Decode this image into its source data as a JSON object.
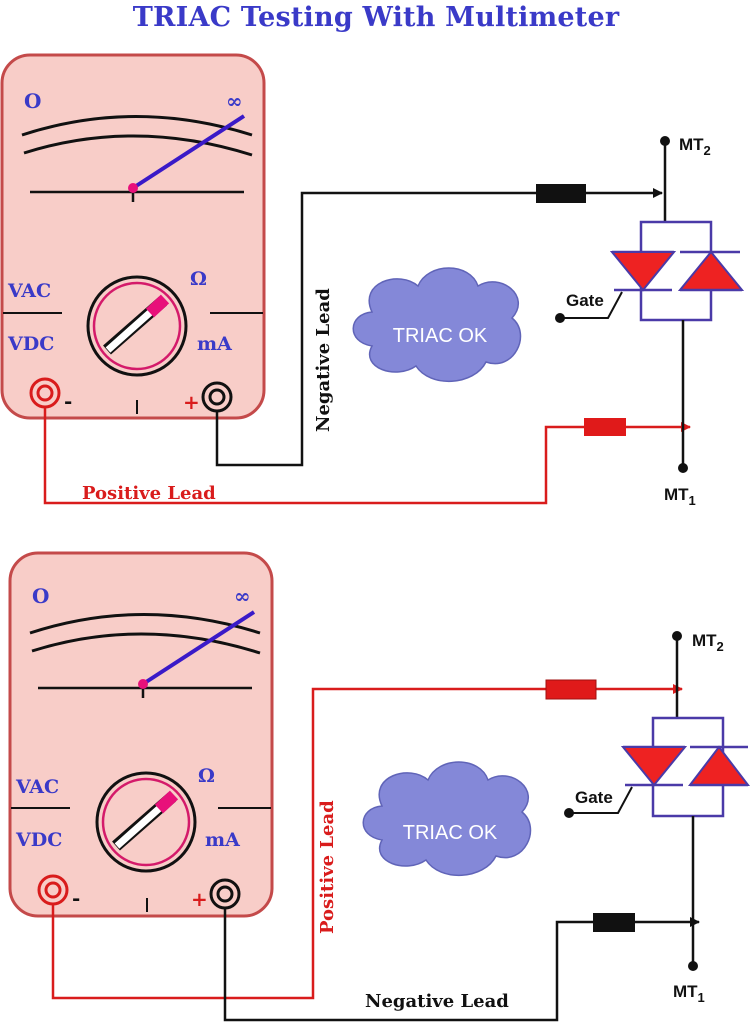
{
  "title": "TRIAC Testing With Multimeter",
  "colors": {
    "title": "#3a3ac8",
    "meter_body": "#f8cdc8",
    "meter_border": "#c44a4a",
    "needle": "#3a1ac8",
    "pivot": "#e8107a",
    "red_lead": "#d91c1c",
    "black_lead": "#111111",
    "triac_red": "#ee2222",
    "triac_outline": "#4a3aa8",
    "cloud": "#8488d8",
    "label_blue": "#3a3ac8"
  },
  "panels": [
    {
      "meter": {
        "scale_zero": "O",
        "scale_inf": "∞",
        "ranges": {
          "vac": "VAC",
          "vdc": "VDC",
          "ohm": "Ω",
          "ma": "mA"
        },
        "terminal_minus": "-",
        "terminal_plus": "+"
      },
      "lead_vertical": "Negative Lead",
      "lead_horizontal": "Positive Lead",
      "status": "TRIAC OK",
      "gate_label": "Gate",
      "mt2_label": "MT",
      "mt2_sub": "2",
      "mt1_label": "MT",
      "mt1_sub": "1"
    },
    {
      "meter": {
        "scale_zero": "O",
        "scale_inf": "∞",
        "ranges": {
          "vac": "VAC",
          "vdc": "VDC",
          "ohm": "Ω",
          "ma": "mA"
        },
        "terminal_minus": "-",
        "terminal_plus": "+"
      },
      "lead_vertical": "Positive Lead",
      "lead_horizontal": "Negative Lead",
      "status": "TRIAC OK",
      "gate_label": "Gate",
      "mt2_label": "MT",
      "mt2_sub": "2",
      "mt1_label": "MT",
      "mt1_sub": "1"
    }
  ]
}
